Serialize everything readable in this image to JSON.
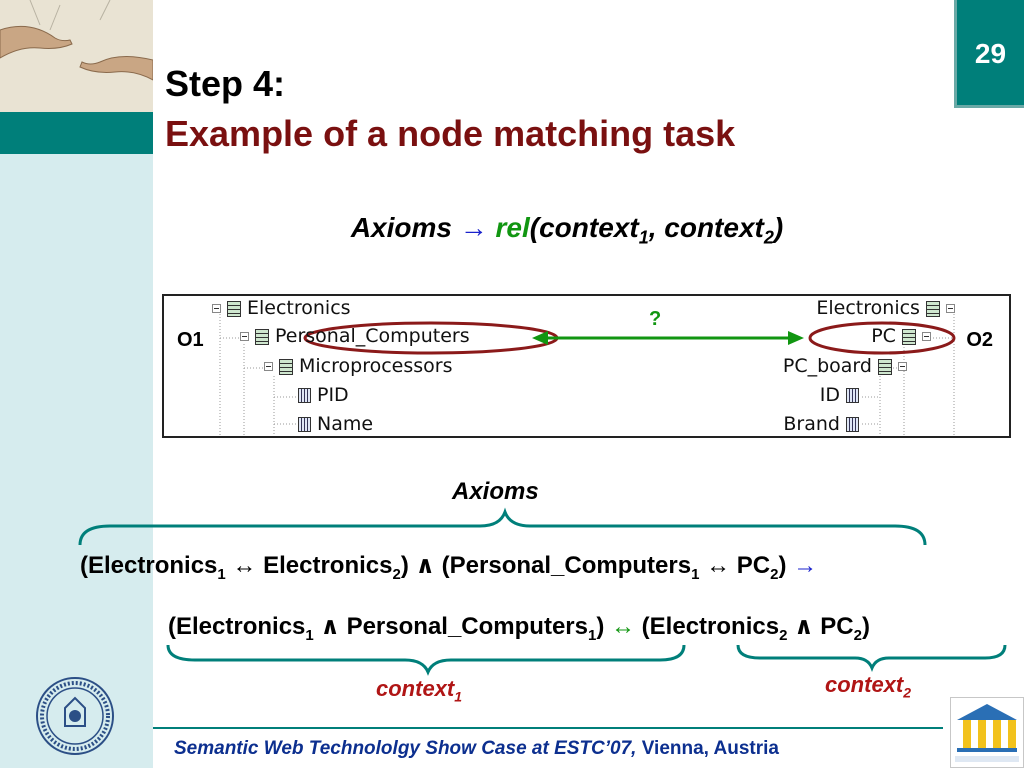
{
  "page_number": "29",
  "title": {
    "step": "Step 4:",
    "main": "Example of a node matching task"
  },
  "formula": {
    "axioms": "Axioms",
    "arrow": "→",
    "rel": "rel",
    "open": "(",
    "context": "context",
    "sub1": "1",
    "comma": ", ",
    "sub2": "2",
    "close": ")"
  },
  "tree": {
    "o1_label": "O1",
    "o2_label": "O2",
    "question": "?",
    "left_nodes": [
      "Electronics",
      "Personal_Computers",
      "Microprocessors",
      "PID",
      "Name"
    ],
    "right_nodes": [
      "Electronics",
      "PC",
      "PC_board",
      "ID",
      "Brand"
    ]
  },
  "axioms_label": "Axioms",
  "line1": {
    "electronics": "Electronics",
    "pc_full": "Personal_Computers",
    "pc": "PC",
    "sub1": "1",
    "sub2": "2",
    "iff": "↔",
    "and": "∧",
    "implies": "→"
  },
  "line2": {
    "electronics": "Electronics",
    "pc_full": "Personal_Computers",
    "pc": "PC",
    "sub1": "1",
    "sub2": "2",
    "iff": "↔",
    "and": "∧"
  },
  "context1_label": {
    "text": "context",
    "sub": "1"
  },
  "context2_label": {
    "text": "context",
    "sub": "2"
  },
  "footer": {
    "italic": "Semantic Web Technololgy Show Case at ESTC’07,",
    "plain": " Vienna, Austria"
  },
  "colors": {
    "teal": "#007f7a",
    "title_red": "#7a1010",
    "green": "#119611",
    "blue": "#1a22cc",
    "context_red": "#b01515"
  }
}
